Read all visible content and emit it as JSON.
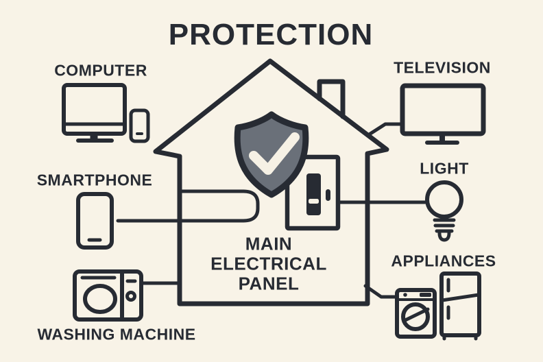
{
  "title": "PROTECTION",
  "colors": {
    "background": "#f8f3e7",
    "line": "#272b33",
    "shield_fill": "#6a7079",
    "checkmark": "#f6f1e5"
  },
  "house": {
    "icon": "house-outline-icon",
    "shield_icon": "shield-checkmark-icon",
    "panel_icon": "electrical-panel-icon",
    "panel_label_lines": [
      "MAIN",
      "ELECTRICAL",
      "PANEL"
    ]
  },
  "devices": {
    "computer": {
      "label": "COMPUTER",
      "icon": "monitor-and-phone-icon"
    },
    "smartphone": {
      "label": "SMARTPHONE",
      "icon": "smartphone-icon"
    },
    "washing_machine": {
      "label": "WASHING MACHINE",
      "icon": "washing-machine-icon"
    },
    "television": {
      "label": "TELEVISION",
      "icon": "television-icon"
    },
    "light": {
      "label": "LIGHT",
      "icon": "light-bulb-icon"
    },
    "appliances": {
      "label": "APPLIANCES",
      "icon": "washer-and-fridge-icon"
    }
  }
}
